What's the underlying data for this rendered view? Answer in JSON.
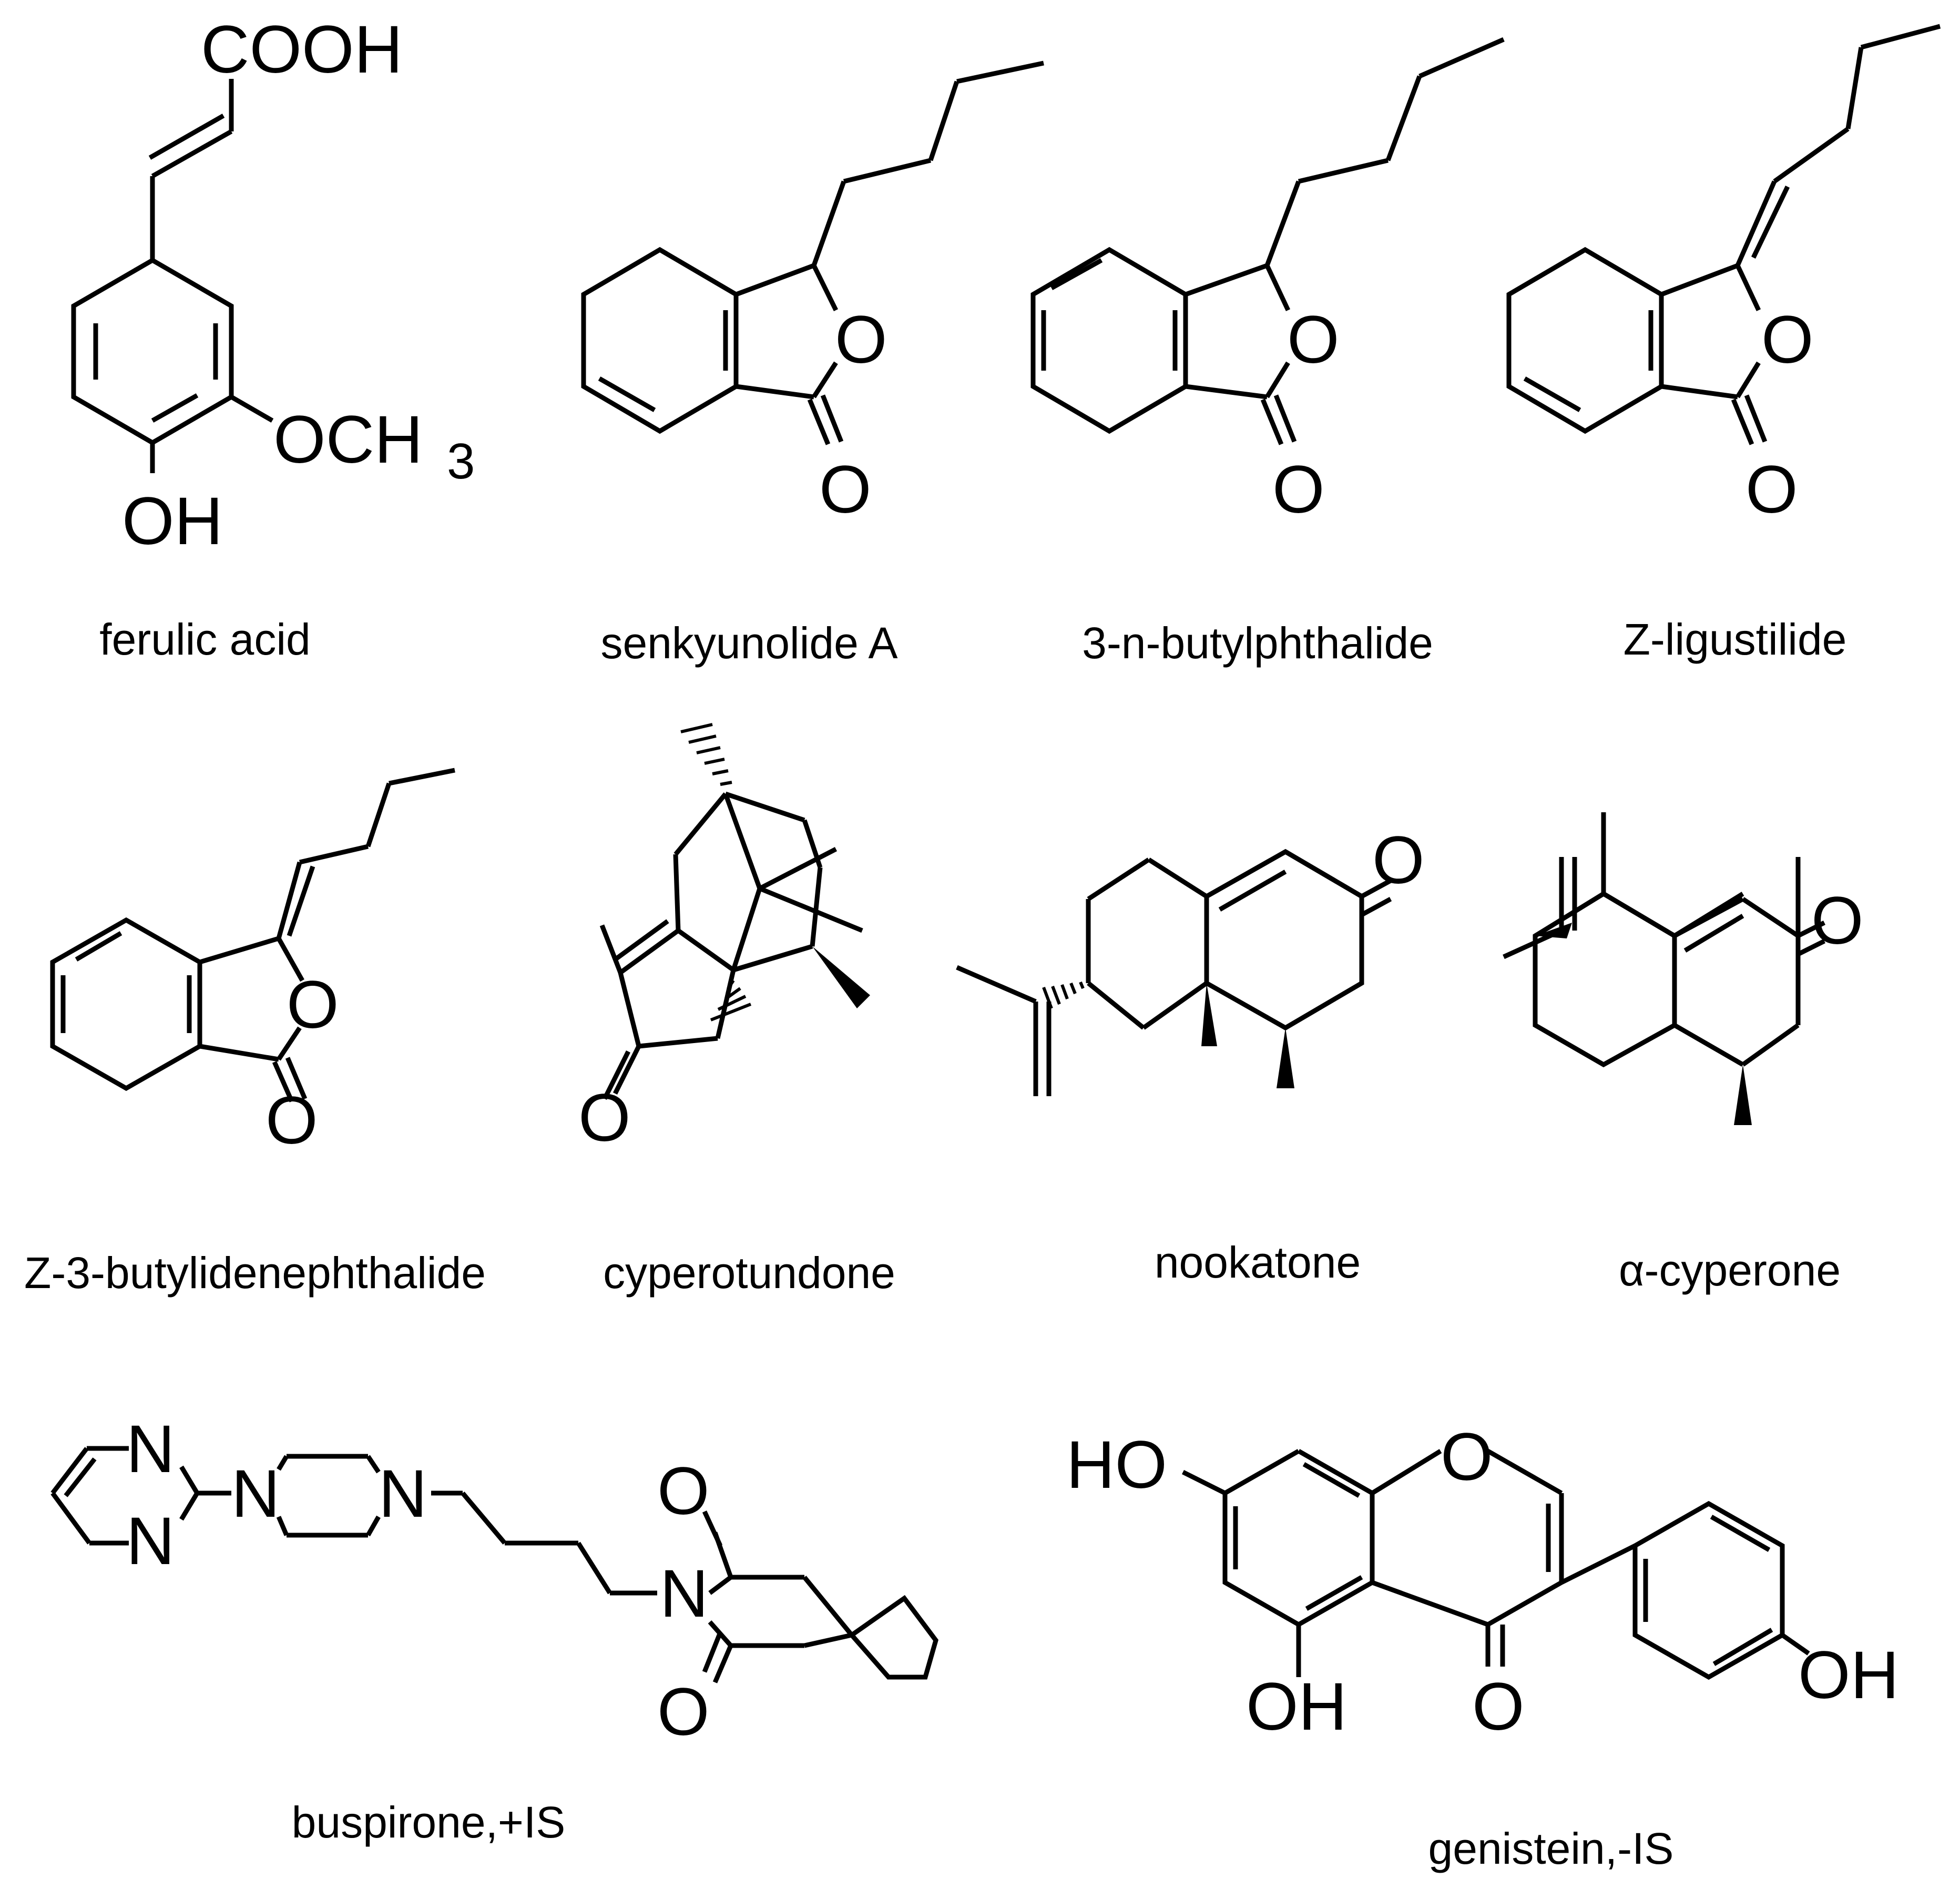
{
  "compounds": [
    {
      "name": "ferulic acid",
      "labels": {
        "cooh": "COOH",
        "och3_main": "OCH",
        "och3_sub": "3",
        "oh": "OH"
      }
    },
    {
      "name": "senkyunolide A",
      "labels": {
        "ring_o": "O",
        "carbonyl_o": "O"
      }
    },
    {
      "name": "3-n-butylphthalide",
      "labels": {
        "ring_o": "O",
        "carbonyl_o": "O"
      }
    },
    {
      "name": "Z-ligustilide",
      "labels": {
        "ring_o": "O",
        "carbonyl_o": "O"
      }
    },
    {
      "name": "Z-3-butylidenephthalide",
      "labels": {
        "ring_o": "O",
        "carbonyl_o": "O"
      }
    },
    {
      "name": "cyperotundone",
      "labels": {
        "carbonyl_o": "O"
      }
    },
    {
      "name": "nookatone",
      "labels": {
        "carbonyl_o": "O"
      }
    },
    {
      "name": "α-cyperone",
      "labels": {
        "carbonyl_o": "O"
      }
    },
    {
      "name": "buspirone,+IS",
      "labels": {
        "n_pyr_top": "N",
        "n_pyr_bot": "N",
        "n_pip_left": "N",
        "n_pip_right": "N",
        "o_top": "O",
        "n_imide": "N",
        "o_bot": "O"
      }
    },
    {
      "name": "genistein,-IS",
      "labels": {
        "ho": "HO",
        "ring_o": "O",
        "oh_5": "OH",
        "carbonyl_o": "O",
        "oh_4p": "OH"
      }
    }
  ]
}
